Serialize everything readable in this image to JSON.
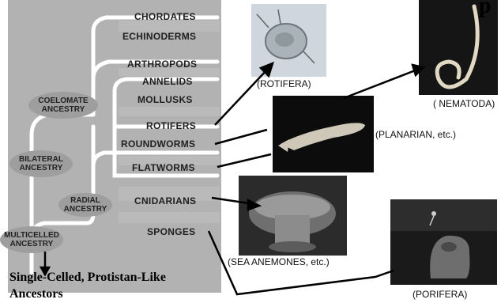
{
  "title_fragment": "p",
  "phyla": [
    {
      "id": "chordates",
      "label": "CHORDATES"
    },
    {
      "id": "echinoderms",
      "label": "ECHINODERMS"
    },
    {
      "id": "arthropods",
      "label": "ARTHROPODS"
    },
    {
      "id": "annelids",
      "label": "ANNELIDS"
    },
    {
      "id": "mollusks",
      "label": "MOLLUSKS"
    },
    {
      "id": "rotifers",
      "label": "ROTIFERS"
    },
    {
      "id": "roundworms",
      "label": "ROUNDWORMS"
    },
    {
      "id": "flatworms",
      "label": "FLATWORMS"
    },
    {
      "id": "cnidarians",
      "label": "CNIDARIANS"
    },
    {
      "id": "sponges",
      "label": "SPONGES"
    }
  ],
  "ancestries": {
    "coelomate": "COELOMATE ANCESTRY",
    "bilateral": "BILATERAL ANCESTRY",
    "radial": "RADIAL ANCESTRY",
    "multicelled": "MULTICELLED ANCESTRY"
  },
  "captions": {
    "rotifera": "(ROTIFERA)",
    "nematoda": "( NEMATODA)",
    "planarian": "(PLANARIAN, etc.)",
    "sea_anemones": "(SEA ANEMONES, etc.)",
    "porifera": "(PORIFERA)"
  },
  "footer": {
    "line1": "Single-Celled, Protistan-Like",
    "line2": "Ancestors"
  },
  "colors": {
    "tree_bg": "#b2b2b2",
    "tree_line": "#ffffff",
    "ellipse": "#9e9e9e",
    "text": "#1f1f1f"
  }
}
